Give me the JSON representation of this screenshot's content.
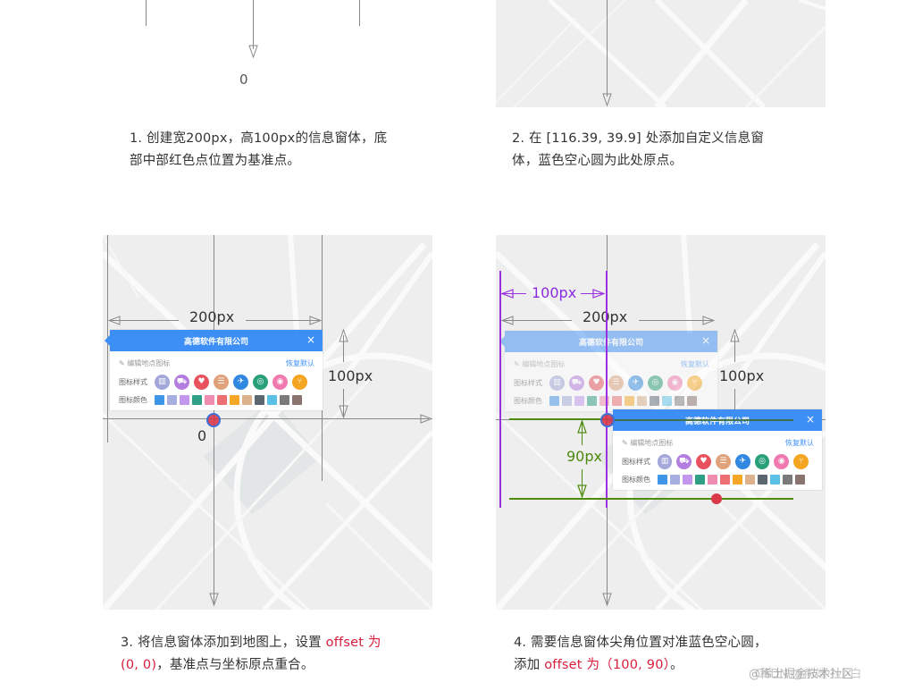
{
  "steps": [
    {
      "id": 1,
      "caption_line1": "1. 创建宽200px，高100px的信息窗体，底",
      "caption_line2": "部中部红色点位置为基准点。",
      "origin_label": "0"
    },
    {
      "id": 2,
      "caption_line1": "2. 在 [116.39, 39.9] 处添加自定义信息窗",
      "caption_line2": "体，蓝色空心圆为此处原点。"
    },
    {
      "id": 3,
      "caption_prefix": "3. 将信息窗体添加到地图上，设置 ",
      "caption_red1": "offset 为",
      "caption_red2": "(0, 0)",
      "caption_suffix": "，基准点与坐标原点重合。",
      "width_label": "200px",
      "height_label": "100px",
      "origin_label": "0"
    },
    {
      "id": 4,
      "caption_line1": "4. 需要信息窗体尖角位置对准蓝色空心圆，",
      "caption_prefix2": "添加 ",
      "caption_red": "offset 为（100, 90）",
      "caption_suffix2": "。",
      "offset_x_label": "100px",
      "width_label": "200px",
      "height_label": "100px",
      "offset_y_label": "90px"
    }
  ],
  "info_window": {
    "title": "高德软件有限公司",
    "close_glyph": "×",
    "edit_icon_glyph": "✎",
    "edit_label": "编辑地点图标",
    "reset_label": "恢复默认",
    "icon_style_label": "图标样式",
    "icon_color_label": "图标颜色",
    "icons": [
      {
        "name": "building-icon",
        "glyph": "▥",
        "color": "#a3a7d9"
      },
      {
        "name": "cart-icon",
        "glyph": "🛒",
        "color": "#b47ee0"
      },
      {
        "name": "heart-icon",
        "glyph": "♥",
        "color": "#e8525e"
      },
      {
        "name": "restaurant-icon",
        "glyph": "☰",
        "color": "#e0a27a"
      },
      {
        "name": "plane-icon",
        "glyph": "✈",
        "color": "#3188e0"
      },
      {
        "name": "station-icon",
        "glyph": "◎",
        "color": "#2aa07a"
      },
      {
        "name": "camera-icon",
        "glyph": "◉",
        "color": "#f07ab0"
      },
      {
        "name": "food-icon",
        "glyph": "⑂",
        "color": "#f4a623"
      }
    ],
    "swatches": [
      "#3f96e8",
      "#a7aee0",
      "#c497ee",
      "#2f9f86",
      "#ef8cb0",
      "#ee6f73",
      "#f6a726",
      "#dcb18c",
      "#5b6670",
      "#5bc0e6",
      "#7a7a7a",
      "#8a7470"
    ]
  },
  "colors": {
    "accent_red": "#d81e3c",
    "dim_purple": "#8b2be2",
    "dim_green": "#4e8a0e",
    "header_blue": "#3d8ff5"
  },
  "watermark": {
    "line_a": "@稀土掘金技术社区",
    "line_b": "CSDN @前端小小白"
  }
}
